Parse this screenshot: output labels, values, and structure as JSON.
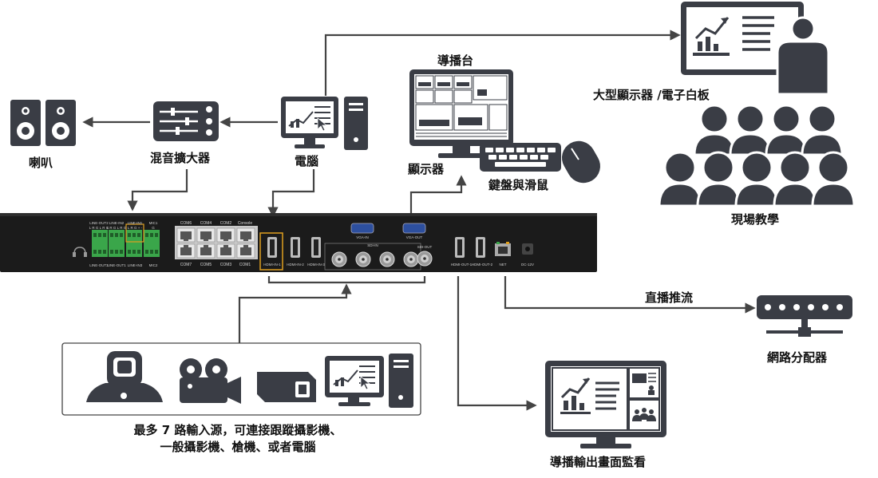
{
  "labels": {
    "speaker": "喇叭",
    "mixer": "混音擴大器",
    "computer": "電腦",
    "director_console": "導播台",
    "display": "顯示器",
    "keyboard_mouse": "鍵盤與滑鼠",
    "big_display": "大型顯示器 /電子白板",
    "live_class": "現場教學",
    "live_stream": "直播推流",
    "network_switch": "網路分配器",
    "program_monitor": "導播輸出畫面監看",
    "sources_line1": "最多 7 路輸入源，可連接跟蹤攝影機、",
    "sources_line2": "一般攝影機、槍機、或者電腦"
  },
  "device_panel": {
    "audio_top": [
      "LINE-OUT2",
      "LINE-IN2",
      "LINE-IN1",
      "MIC1"
    ],
    "audio_pins_top": [
      "L R G L R G",
      "L R G L R G",
      "L R G + -",
      "G"
    ],
    "audio_bottom": [
      "LINE-OUT3",
      "LINE-OUT1",
      "LINE-IN3",
      "MIC2"
    ],
    "com_top": [
      "COM6",
      "COM4",
      "COM2",
      "Console"
    ],
    "com_bottom": [
      "COM7",
      "COM5",
      "COM3",
      "COM1"
    ],
    "hdmi_in": [
      "HDMI-IN-1",
      "HDMI-IN-2",
      "HDMI-IN-3"
    ],
    "vga_in": "VGA-IN",
    "vga_out": "VGA-OUT",
    "sdi_in": "SDI-IN",
    "sdi_out": "SDI-OUT",
    "hdmi_out": [
      "HDMI-OUT-1",
      "HDMI-OUT-2"
    ],
    "net": "NET",
    "dc": "DC-12V"
  },
  "colors": {
    "icon": "#3a3d45",
    "line": "#444444",
    "panel": "#1b1b1b",
    "terminal_green": "#3aa64a",
    "highlight": "#e0a020",
    "vga_blue": "#2d4f9e"
  },
  "icons": [
    "speaker-icon",
    "mixer-icon",
    "computer-icon",
    "director-display-icon",
    "keyboard-icon",
    "mouse-icon",
    "presenter-board-icon",
    "audience-icon",
    "network-switch-icon",
    "ptz-camera-icon",
    "video-camera-icon",
    "box-camera-icon",
    "monitor-icon"
  ]
}
